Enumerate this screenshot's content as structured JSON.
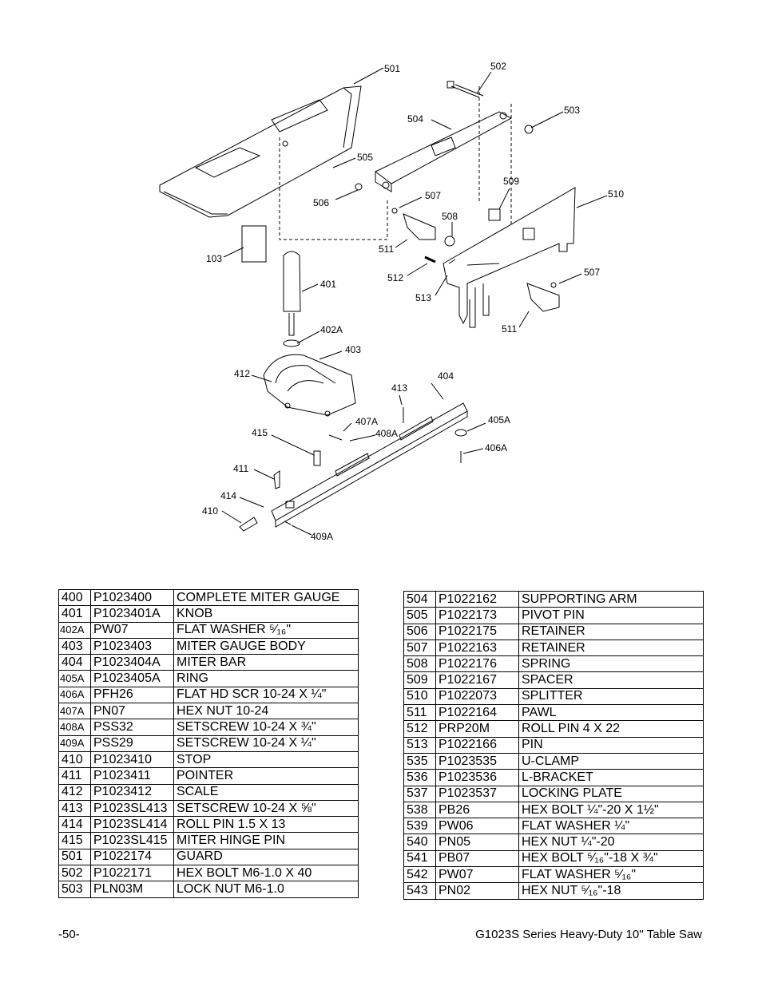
{
  "diagram": {
    "callouts": [
      "501",
      "502",
      "503",
      "504",
      "505",
      "506",
      "507",
      "508",
      "509",
      "510",
      "511",
      "512",
      "513",
      "507",
      "511",
      "103",
      "401",
      "402A",
      "403",
      "412",
      "404",
      "413",
      "415",
      "407A",
      "408A",
      "405A",
      "406A",
      "411",
      "414",
      "410",
      "409A"
    ]
  },
  "table_left": {
    "rows": [
      {
        "ref": "400",
        "part": "P1023400",
        "desc": "COMPLETE MITER GAUGE"
      },
      {
        "ref": "401",
        "part": "P1023401A",
        "desc": "KNOB"
      },
      {
        "ref": "402A",
        "part": "PW07",
        "desc": "FLAT WASHER ⁵⁄₁₆\""
      },
      {
        "ref": "403",
        "part": "P1023403",
        "desc": "MITER GAUGE BODY"
      },
      {
        "ref": "404",
        "part": "P1023404A",
        "desc": "MITER BAR"
      },
      {
        "ref": "405A",
        "part": "P1023405A",
        "desc": "RING"
      },
      {
        "ref": "406A",
        "part": "PFH26",
        "desc": "FLAT HD SCR 10-24 X ¼\""
      },
      {
        "ref": "407A",
        "part": "PN07",
        "desc": "HEX NUT 10-24"
      },
      {
        "ref": "408A",
        "part": "PSS32",
        "desc": "SETSCREW 10-24 X ¾\""
      },
      {
        "ref": "409A",
        "part": "PSS29",
        "desc": "SETSCREW 10-24 X ¼\""
      },
      {
        "ref": "410",
        "part": "P1023410",
        "desc": "STOP"
      },
      {
        "ref": "411",
        "part": "P1023411",
        "desc": "POINTER"
      },
      {
        "ref": "412",
        "part": "P1023412",
        "desc": "SCALE"
      },
      {
        "ref": "413",
        "part": "P1023SL413",
        "desc": "SETSCREW 10-24 X ⅝\""
      },
      {
        "ref": "414",
        "part": "P1023SL414",
        "desc": "ROLL PIN 1.5 X 13"
      },
      {
        "ref": "415",
        "part": "P1023SL415",
        "desc": "MITER HINGE PIN"
      },
      {
        "ref": "501",
        "part": "P1022174",
        "desc": "GUARD"
      },
      {
        "ref": "502",
        "part": "P1022171",
        "desc": "HEX BOLT M6-1.0 X 40"
      },
      {
        "ref": "503",
        "part": "PLN03M",
        "desc": "LOCK NUT M6-1.0"
      }
    ]
  },
  "table_right": {
    "rows": [
      {
        "ref": "504",
        "part": "P1022162",
        "desc": "SUPPORTING ARM"
      },
      {
        "ref": "505",
        "part": "P1022173",
        "desc": "PIVOT PIN"
      },
      {
        "ref": "506",
        "part": "P1022175",
        "desc": "RETAINER"
      },
      {
        "ref": "507",
        "part": "P1022163",
        "desc": "RETAINER"
      },
      {
        "ref": "508",
        "part": "P1022176",
        "desc": "SPRING"
      },
      {
        "ref": "509",
        "part": "P1022167",
        "desc": "SPACER"
      },
      {
        "ref": "510",
        "part": "P1022073",
        "desc": "SPLITTER"
      },
      {
        "ref": "511",
        "part": "P1022164",
        "desc": "PAWL"
      },
      {
        "ref": "512",
        "part": "PRP20M",
        "desc": "ROLL PIN 4 X 22"
      },
      {
        "ref": "513",
        "part": "P1022166",
        "desc": "PIN"
      },
      {
        "ref": "535",
        "part": "P1023535",
        "desc": "U-CLAMP"
      },
      {
        "ref": "536",
        "part": "P1023536",
        "desc": "L-BRACKET"
      },
      {
        "ref": "537",
        "part": "P1023537",
        "desc": "LOCKING PLATE"
      },
      {
        "ref": "538",
        "part": "PB26",
        "desc": "HEX BOLT ¼\"-20 X 1½\""
      },
      {
        "ref": "539",
        "part": "PW06",
        "desc": "FLAT WASHER ¼\""
      },
      {
        "ref": "540",
        "part": "PN05",
        "desc": "HEX NUT  ¼\"-20"
      },
      {
        "ref": "541",
        "part": "PB07",
        "desc": "HEX BOLT ⁵⁄₁₆\"-18 X ¾\""
      },
      {
        "ref": "542",
        "part": "PW07",
        "desc": "FLAT WASHER ⁵⁄₁₆\""
      },
      {
        "ref": "543",
        "part": "PN02",
        "desc": "HEX NUT ⁵⁄₁₆\"-18"
      }
    ]
  },
  "footer": {
    "page_number": "-50-",
    "manual_title": "G1023S Series Heavy-Duty 10'' Table Saw"
  }
}
